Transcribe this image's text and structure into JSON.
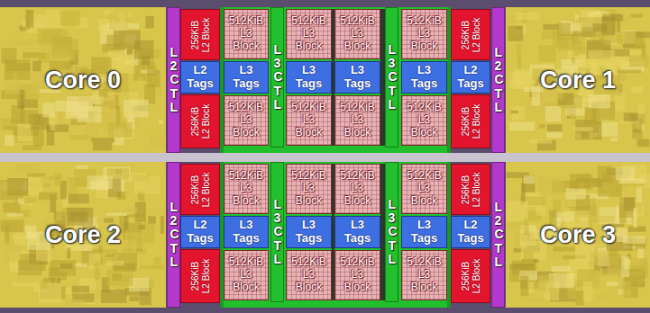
{
  "diagram": {
    "nodes": [
      {
        "text": [
          "Core 0"
        ]
      },
      {
        "text": [
          "L2CTL"
        ]
      },
      {
        "text": [
          "256KiB L2 Block"
        ]
      },
      {
        "text": [
          "L2 Tags"
        ]
      },
      {
        "text": [
          "256KiB L2 Block"
        ]
      },
      {
        "text": [
          "512KiB L3 Block"
        ]
      },
      {
        "text": [
          "L3 Tags"
        ]
      },
      {
        "text": [
          "512KiB L3 Block"
        ]
      },
      {
        "text": [
          "L3CTL"
        ]
      },
      {
        "text": [
          "512KiB L3 Block"
        ]
      },
      {
        "text": [
          "L3 Tags"
        ]
      },
      {
        "text": [
          "512KiB L3 Block"
        ]
      },
      {
        "text": [
          "512KiB L3 Block"
        ]
      },
      {
        "text": [
          "L3 Tags"
        ]
      },
      {
        "text": [
          "512KiB L3 Block"
        ]
      },
      {
        "text": [
          "L3CTL"
        ]
      },
      {
        "text": [
          "512KiB L3 Block"
        ]
      },
      {
        "text": [
          "L3 Tags"
        ]
      },
      {
        "text": [
          "512KiB L3 Block"
        ]
      },
      {
        "text": [
          "256KiB L2 Block"
        ]
      },
      {
        "text": [
          "L2 Tags"
        ]
      },
      {
        "text": [
          "256KiB L2 Block"
        ]
      },
      {
        "text": [
          "L2CTL"
        ]
      },
      {
        "text": [
          "Core 1"
        ]
      },
      {
        "text": [
          "Core 2"
        ]
      },
      {
        "text": [
          "L2CTL"
        ]
      },
      {
        "text": [
          "256KiB L2 Block"
        ]
      },
      {
        "text": [
          "L2 Tags"
        ]
      },
      {
        "text": [
          "256KiB L2 Block"
        ]
      },
      {
        "text": [
          "512KiB L3 Block"
        ]
      },
      {
        "text": [
          "L3 Tags"
        ]
      },
      {
        "text": [
          "512KiB L3 Block"
        ]
      },
      {
        "text": [
          "L3CTL"
        ]
      },
      {
        "text": [
          "512KiB L3 Block"
        ]
      },
      {
        "text": [
          "L3 Tags"
        ]
      },
      {
        "text": [
          "512KiB L3 Block"
        ]
      },
      {
        "text": [
          "512KiB L3 Block"
        ]
      },
      {
        "text": [
          "L3 Tags"
        ]
      },
      {
        "text": [
          "512KiB L3 Block"
        ]
      },
      {
        "text": [
          "L3CTL"
        ]
      },
      {
        "text": [
          "512KiB L3 Block"
        ]
      },
      {
        "text": [
          "L3 Tags"
        ]
      },
      {
        "text": [
          "512KiB L3 Block"
        ]
      },
      {
        "text": [
          "256KiB L2 Block"
        ]
      },
      {
        "text": [
          "L2 Tags"
        ]
      },
      {
        "text": [
          "256KiB L2 Block"
        ]
      },
      {
        "text": [
          "L2CTL"
        ]
      },
      {
        "text": [
          "Core 3"
        ]
      }
    ]
  }
}
